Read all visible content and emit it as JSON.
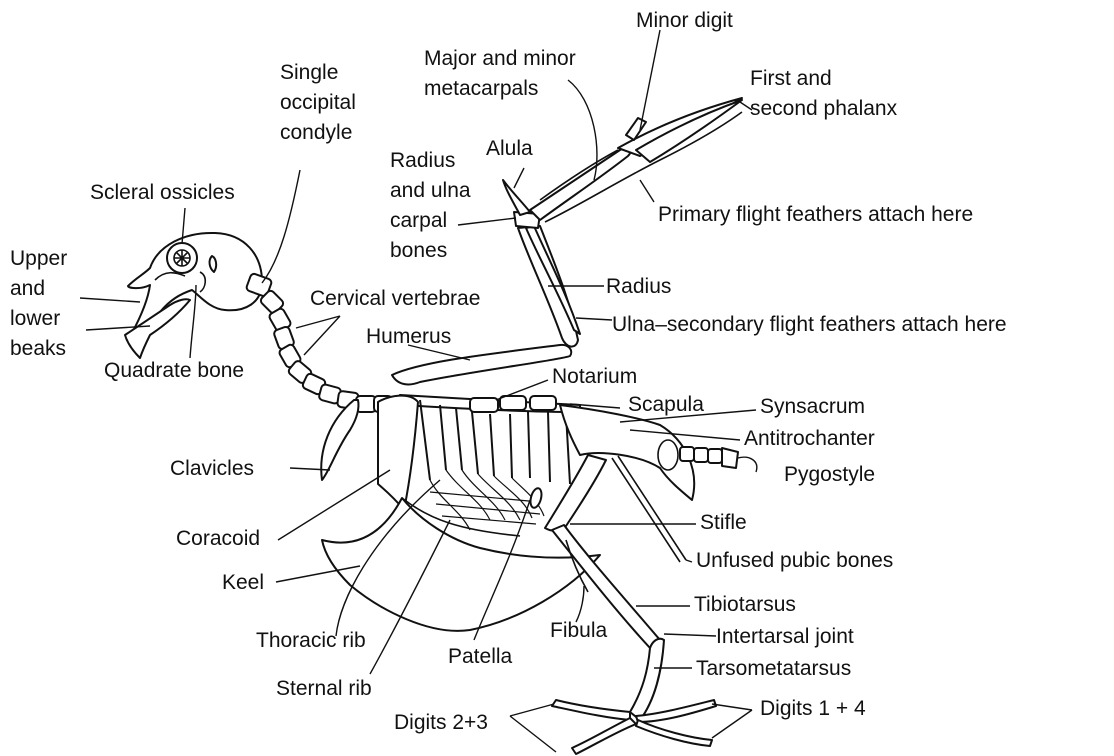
{
  "labels": {
    "minor_digit": "Minor digit",
    "major_minor_metacarpals": "Major and minor\nmetacarpals",
    "first_second_phalanx": "First and\nsecond phalanx",
    "single_occipital_condyle": "Single\noccipital\ncondyle",
    "alula": "Alula",
    "radius_ulna_carpal": "Radius\nand ulna\ncarpal\nbones",
    "scleral_ossicles": "Scleral ossicles",
    "primary_flight_feathers": "Primary flight feathers attach here",
    "upper_lower_beaks": "Upper\nand\nlower\nbeaks",
    "cervical_vertebrae": "Cervical vertebrae",
    "radius": "Radius",
    "humerus": "Humerus",
    "ulna_secondary": "Ulna–secondary flight feathers attach here",
    "quadrate_bone": "Quadrate bone",
    "notarium": "Notarium",
    "scapula": "Scapula",
    "synsacrum": "Synsacrum",
    "antitrochanter": "Antitrochanter",
    "clavicles": "Clavicles",
    "pygostyle": "Pygostyle",
    "coracoid": "Coracoid",
    "stifle": "Stifle",
    "unfused_pubic_bones": "Unfused pubic bones",
    "keel": "Keel",
    "tibiotarsus": "Tibiotarsus",
    "fibula": "Fibula",
    "thoracic_rib": "Thoracic rib",
    "intertarsal_joint": "Intertarsal joint",
    "patella": "Patella",
    "tarsometatarsus": "Tarsometatarsus",
    "sternal_rib": "Sternal rib",
    "digits_1_4": "Digits 1 + 4",
    "digits_2_3": "Digits 2+3"
  }
}
